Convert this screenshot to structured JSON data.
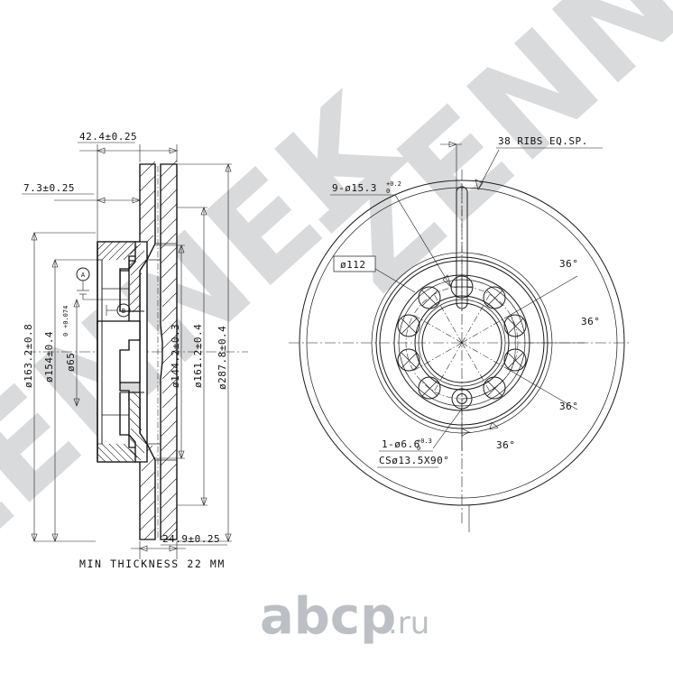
{
  "document": {
    "type": "engineering-drawing",
    "subject": "ventilated brake disc",
    "views": [
      "section-view",
      "front-view"
    ]
  },
  "watermarks": {
    "brand": "ZENNEK",
    "site_name": "abcp",
    "site_tld": ".ru",
    "brand_color": "#d9dadb",
    "site_color": "#bcc0c4"
  },
  "section_view": {
    "name": "cross-section",
    "dimensions": {
      "overall_offset": "42.4±0.25",
      "hub_flange_thickness": "7.3±0.25",
      "disc_thickness": "24.9±0.25",
      "outer_flange_dia": "ø163.2±0.8",
      "flange_dia": "ø154±0.4",
      "center_bore_dia": "ø65",
      "center_bore_tol_upper": "+0.074",
      "center_bore_tol_lower": "0",
      "inner_friction_dia": "ø144.2±0.3",
      "vent_inner_dia": "ø161.2±0.4",
      "outer_dia": "ø287.8±0.4"
    },
    "balloons": [
      "A",
      "B"
    ],
    "note": "MIN THICKNESS 22 MM"
  },
  "front_view": {
    "name": "face-view",
    "notes": {
      "ribs": "38 RIBS EQ.SP.",
      "bolt_holes": "9-ø15.3",
      "bolt_holes_tol_upper": "+0.2",
      "bolt_holes_tol_lower": "0",
      "bolt_circle": "ø112",
      "locating_hole": "1-ø6.6",
      "locating_hole_tol_upper": "+0.3",
      "locating_hole_tol_lower": "0",
      "countersink": "CSø13.5X90°"
    },
    "angles": [
      "36°",
      "36°",
      "36°",
      "36°"
    ],
    "hole_count": 10,
    "rib_count": 38
  }
}
